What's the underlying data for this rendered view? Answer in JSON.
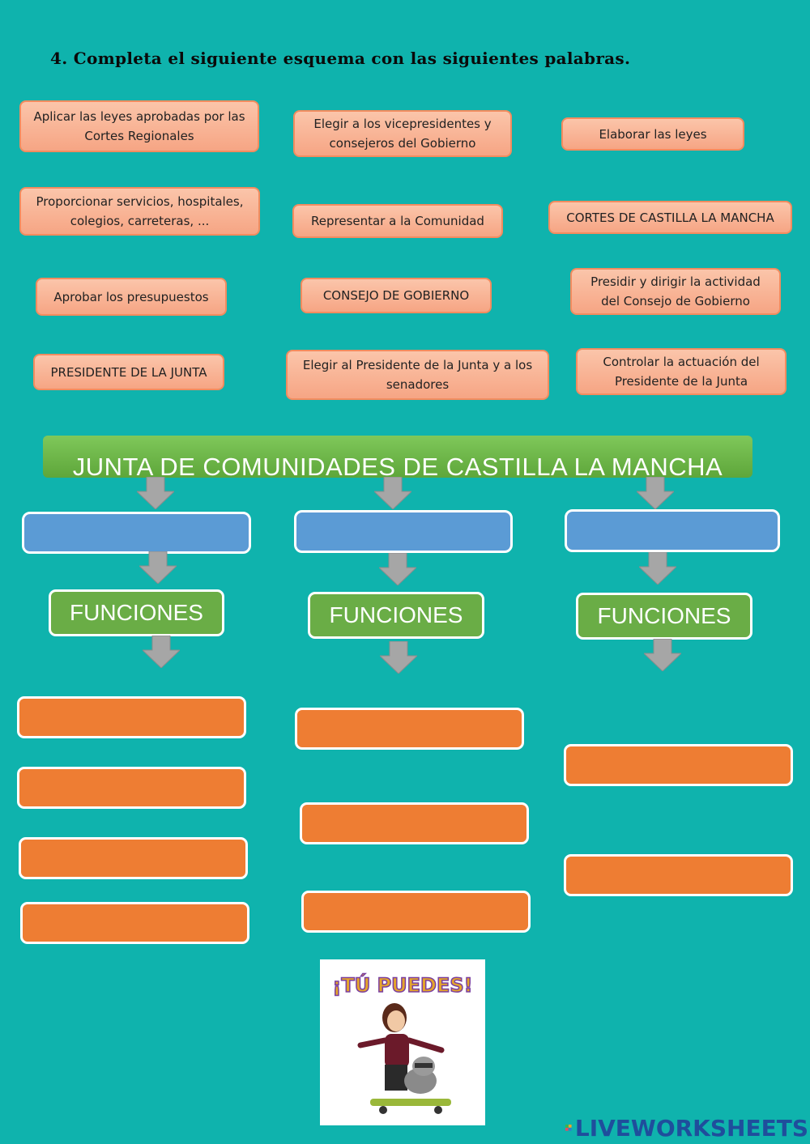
{
  "title": "4. Completa el siguiente esquema con las siguientes palabras.",
  "word_bank": [
    "Aplicar las leyes aprobadas por las Cortes Regionales",
    "Elegir a los vicepresidentes y consejeros del Gobierno",
    "Elaborar las leyes",
    "Proporcionar servicios, hospitales, colegios, carreteras, ...",
    "Representar a la Comunidad",
    "CORTES DE CASTILLA LA MANCHA",
    "Aprobar los presupuestos",
    "CONSEJO DE GOBIERNO",
    "Presidir y dirigir la actividad del Consejo de Gobierno",
    "PRESIDENTE DE LA JUNTA",
    "Elegir al Presidente de la Junta y a los senadores",
    "Controlar la actuación del Presidente de la Junta"
  ],
  "diagram": {
    "root": "JUNTA DE COMUNIDADES DE CASTILLA LA MANCHA",
    "functions_label": "FUNCIONES"
  },
  "sticker": {
    "text": "¡TÚ PUEDES!"
  },
  "brand": {
    "text": "LIVEWORKSHEETS"
  },
  "colors": {
    "background": "#0fb3ad",
    "word_box": "#f8b497",
    "blank_blue": "#5b9bd5",
    "functions_green": "#6aad46",
    "blank_orange": "#ee7d33",
    "arrow_gray": "#a6a6a6"
  }
}
